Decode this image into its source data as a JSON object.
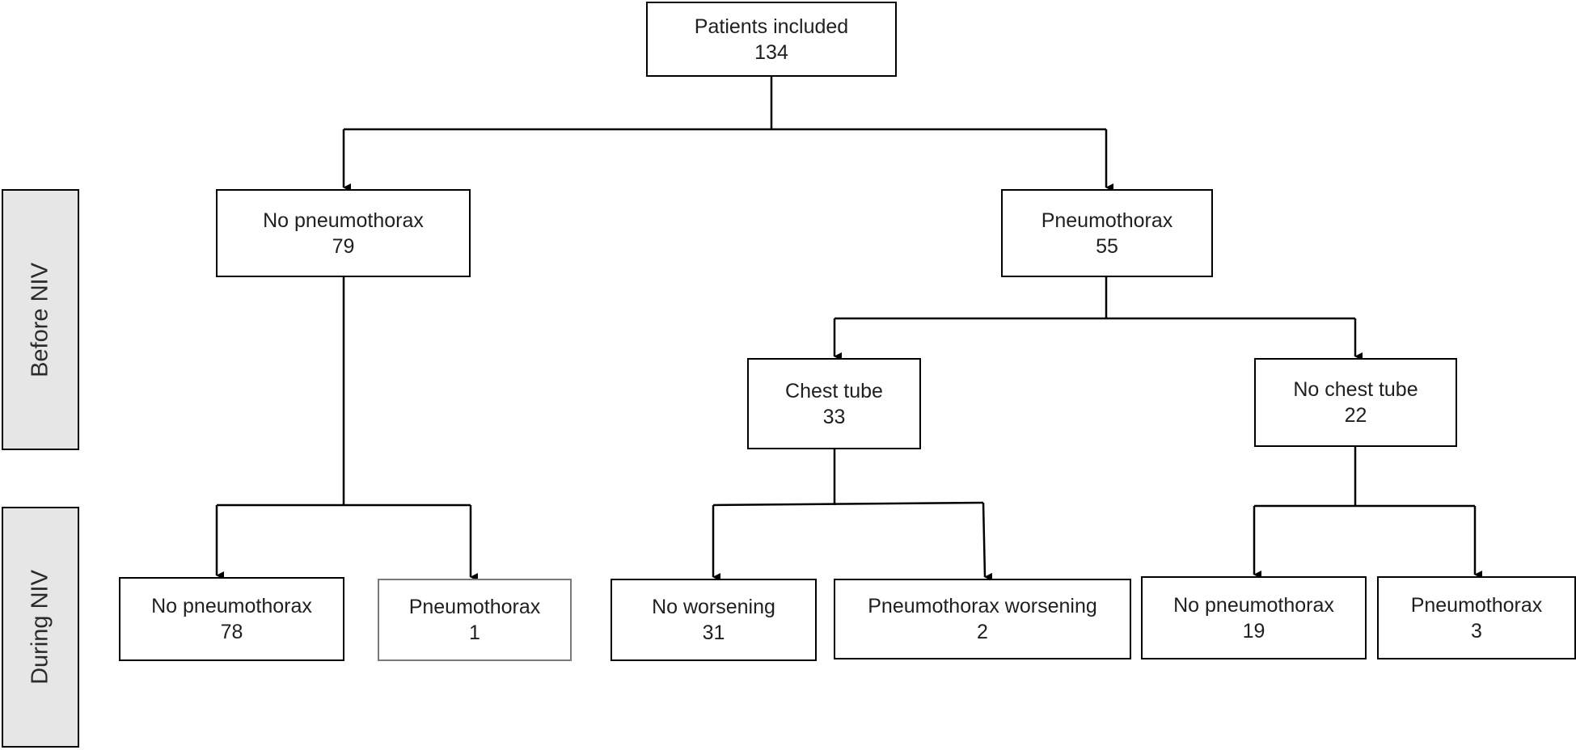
{
  "phases": {
    "before": "Before NIV",
    "during": "During NIV"
  },
  "nodes": {
    "root": {
      "label": "Patients included",
      "count": "134"
    },
    "no_ptx_before": {
      "label": "No pneumothorax",
      "count": "79"
    },
    "ptx_before": {
      "label": "Pneumothorax",
      "count": "55"
    },
    "chest_tube": {
      "label": "Chest tube",
      "count": "33"
    },
    "no_chest_tube": {
      "label": "No chest tube",
      "count": "22"
    },
    "no_ptx_a": {
      "label": "No pneumothorax",
      "count": "78"
    },
    "ptx_a": {
      "label": "Pneumothorax",
      "count": "1"
    },
    "no_worsening": {
      "label": "No worsening",
      "count": "31"
    },
    "ptx_worsening": {
      "label": "Pneumothorax worsening",
      "count": "2"
    },
    "no_ptx_b": {
      "label": "No pneumothorax",
      "count": "19"
    },
    "ptx_b": {
      "label": "Pneumothorax",
      "count": "3"
    }
  }
}
